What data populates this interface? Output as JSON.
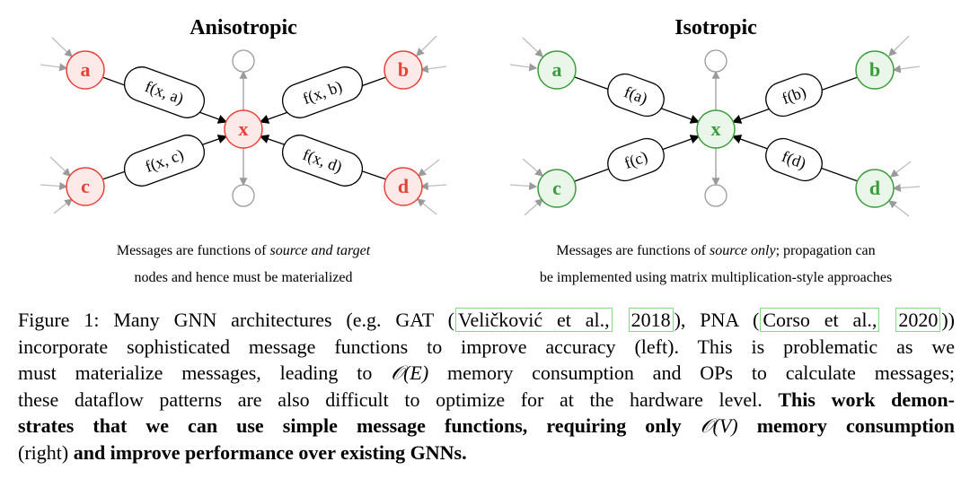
{
  "panels": {
    "left": {
      "title": "Anisotropic",
      "nodes": {
        "a": "a",
        "b": "b",
        "c": "c",
        "d": "d",
        "x": "x"
      },
      "messages": {
        "a": "f(x, a)",
        "b": "f(x, b)",
        "c": "f(x, c)",
        "d": "f(x, d)"
      },
      "caption_line1_pre": "Messages are functions of ",
      "caption_line1_em": "source and target",
      "caption_line2": "nodes and hence must be materialized"
    },
    "right": {
      "title": "Isotropic",
      "nodes": {
        "a": "a",
        "b": "b",
        "c": "c",
        "d": "d",
        "x": "x"
      },
      "messages": {
        "a": "f(a)",
        "b": "f(b)",
        "c": "f(c)",
        "d": "f(d)"
      },
      "caption_line1_pre": "Messages are functions of ",
      "caption_line1_em": "source only",
      "caption_line1_post": "; propagation can",
      "caption_line2": "be implemented using matrix multiplication-style approaches"
    }
  },
  "colors": {
    "anisotropic_stroke": "#e8413a",
    "anisotropic_fill": "#fde9e8",
    "isotropic_stroke": "#3a9d3a",
    "isotropic_fill": "#e9f6e9",
    "citation_box": "#7fdc7f",
    "gray": "#9a9a9a"
  },
  "caption": {
    "l1_a": "Figure 1: Many GNN architectures (e.g. GAT (",
    "cite1_author": "Veličković et al.,",
    "cite1_year": "2018",
    "l1_b": "), PNA (",
    "cite2_author": "Corso et al.,",
    "cite2_year": "2020",
    "l1_c": "))",
    "l2": "incorporate sophisticated message functions to improve accuracy (left). This is problematic as we",
    "l3_a": "must materialize messages, leading to ",
    "l3_math": "𝒪(E)",
    "l3_b": " memory consumption and OPs to calculate messages;",
    "l4_a": "these dataflow patterns are also difficult to optimize for at the hardware level. ",
    "l4_bold": "This work demon-",
    "l5_bold_a": "strates that we can use simple message functions, requiring only ",
    "l5_math": "𝒪(V)",
    "l5_bold_b": " memory consumption",
    "l6_a": "(right) ",
    "l6_bold": "and improve performance over existing GNNs."
  }
}
